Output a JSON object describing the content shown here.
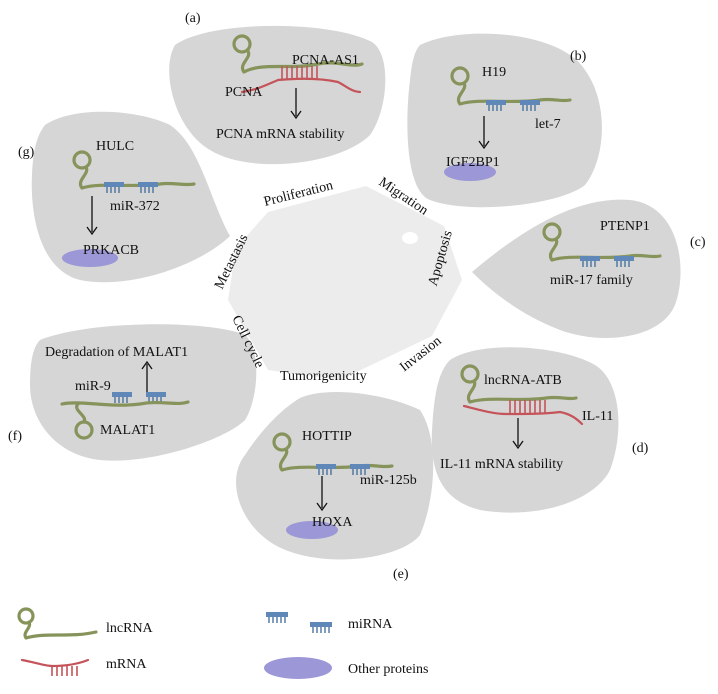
{
  "hub": {
    "hallmarks": [
      "Proliferation",
      "Migration",
      "Apoptosis",
      "Invasion",
      "Tumorigenicity",
      "Cell cycle",
      "Metastasis"
    ]
  },
  "panels": {
    "a": {
      "letter": "(a)",
      "lncrna": "PCNA-AS1",
      "target": "PCNA",
      "outcome": "PCNA mRNA stability"
    },
    "b": {
      "letter": "(b)",
      "lncrna": "H19",
      "mirna": "let-7",
      "protein": "IGF2BP1"
    },
    "c": {
      "letter": "(c)",
      "lncrna": "PTENP1",
      "mirna": "miR-17 family"
    },
    "d": {
      "letter": "(d)",
      "lncrna": "lncRNA-ATB",
      "target": "IL-11",
      "outcome": "IL-11 mRNA stability"
    },
    "e": {
      "letter": "(e)",
      "lncrna": "HOTTIP",
      "mirna": "miR-125b",
      "protein": "HOXA"
    },
    "f": {
      "letter": "(f)",
      "lncrna": "MALAT1",
      "mirna": "miR-9",
      "outcome": "Degradation of MALAT1"
    },
    "g": {
      "letter": "(g)",
      "lncrna": "HULC",
      "mirna": "miR-372",
      "protein": "PRKACB"
    }
  },
  "legend": {
    "lncrna": "lncRNA",
    "mrna": "mRNA",
    "mirna": "miRNA",
    "proteins": "Other proteins"
  },
  "colors": {
    "petal": "#d6d6d6",
    "lncrna": "#86935a",
    "mrna": "#c5545a",
    "mirna": "#5f88b8",
    "protein": "#9c97d6"
  }
}
